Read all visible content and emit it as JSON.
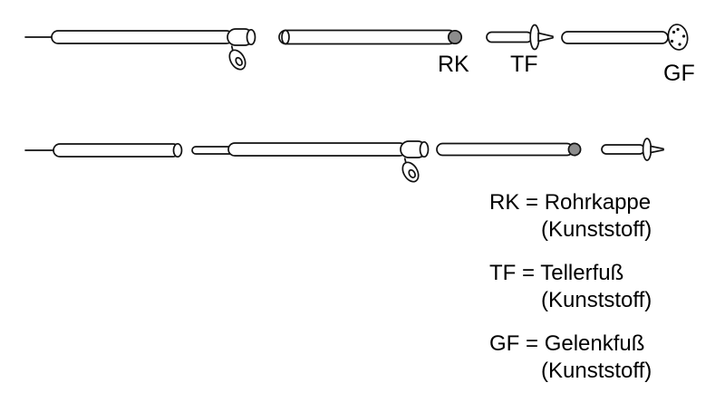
{
  "diagram": {
    "part_labels": {
      "rk": "RK",
      "tf": "TF",
      "gf": "GF"
    }
  },
  "legend": {
    "items": [
      {
        "abbr": "RK",
        "separator": "=",
        "name": "Rohrkappe",
        "material": "(Kunststoff)"
      },
      {
        "abbr": "TF",
        "separator": "=",
        "name": "Tellerfuß",
        "material": "(Kunststoff)"
      },
      {
        "abbr": "GF",
        "separator": "=",
        "name": "Gelenkfuß",
        "material": "(Kunststoff)"
      }
    ]
  },
  "colors": {
    "line": "#111111",
    "cap_fill": "#8c8c8c",
    "background": "#ffffff"
  }
}
